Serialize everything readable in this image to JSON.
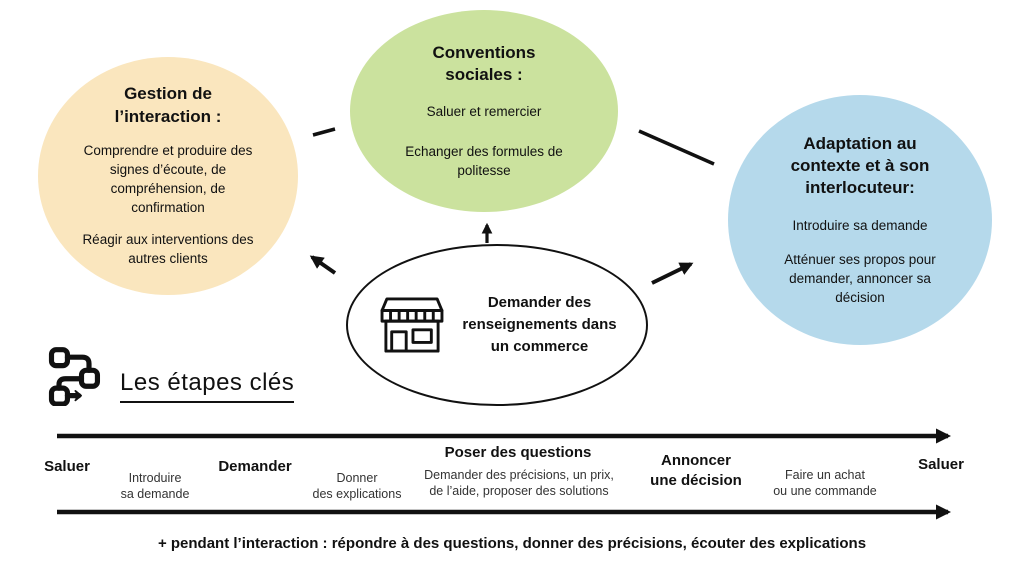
{
  "colors": {
    "interaction_bg": "#FAE6BE",
    "conventions_bg": "#CBE29E",
    "adaptation_bg": "#B5D9EB",
    "outline": "#111111"
  },
  "icons": {
    "center": "storefront-icon",
    "steps": "workflow-steps-icon"
  },
  "bubbles": {
    "interaction": {
      "title": "Gestion de\nl’interaction :",
      "para1": "Comprendre et produire des\nsignes d’écoute, de\ncompréhension, de\nconfirmation",
      "para2": "Réagir aux interventions des\nautres clients"
    },
    "conventions": {
      "title": "Conventions\nsociales :",
      "para1": "Saluer et remercier",
      "para2": "Echanger des formules de\npolitesse"
    },
    "adaptation": {
      "title": "Adaptation au\ncontexte et à son\ninterlocuteur:",
      "para1": "Introduire sa demande",
      "para2": "Atténuer ses propos pour\ndemander, annoncer sa\ndécision"
    }
  },
  "center": {
    "title": "Demander des\nrenseignements dans\nun commerce"
  },
  "steps": {
    "heading": "Les étapes clés"
  },
  "timeline": {
    "items": [
      {
        "label": "Saluer",
        "type": "main"
      },
      {
        "label": "Introduire\nsa demande",
        "type": "sub"
      },
      {
        "label": "Demander",
        "type": "main"
      },
      {
        "label": "Donner\ndes explications",
        "type": "sub"
      },
      {
        "label": "Poser des questions",
        "type": "main"
      },
      {
        "label": "Demander des précisions, un prix,\nde l’aide, proposer des solutions",
        "type": "sub"
      },
      {
        "label": "Annoncer\nune décision",
        "type": "main"
      },
      {
        "label": "Faire un achat\nou une commande",
        "type": "sub"
      },
      {
        "label": "Saluer",
        "type": "main"
      }
    ]
  },
  "footer": "+ pendant l’interaction : répondre à des questions, donner des précisions, écouter des explications"
}
